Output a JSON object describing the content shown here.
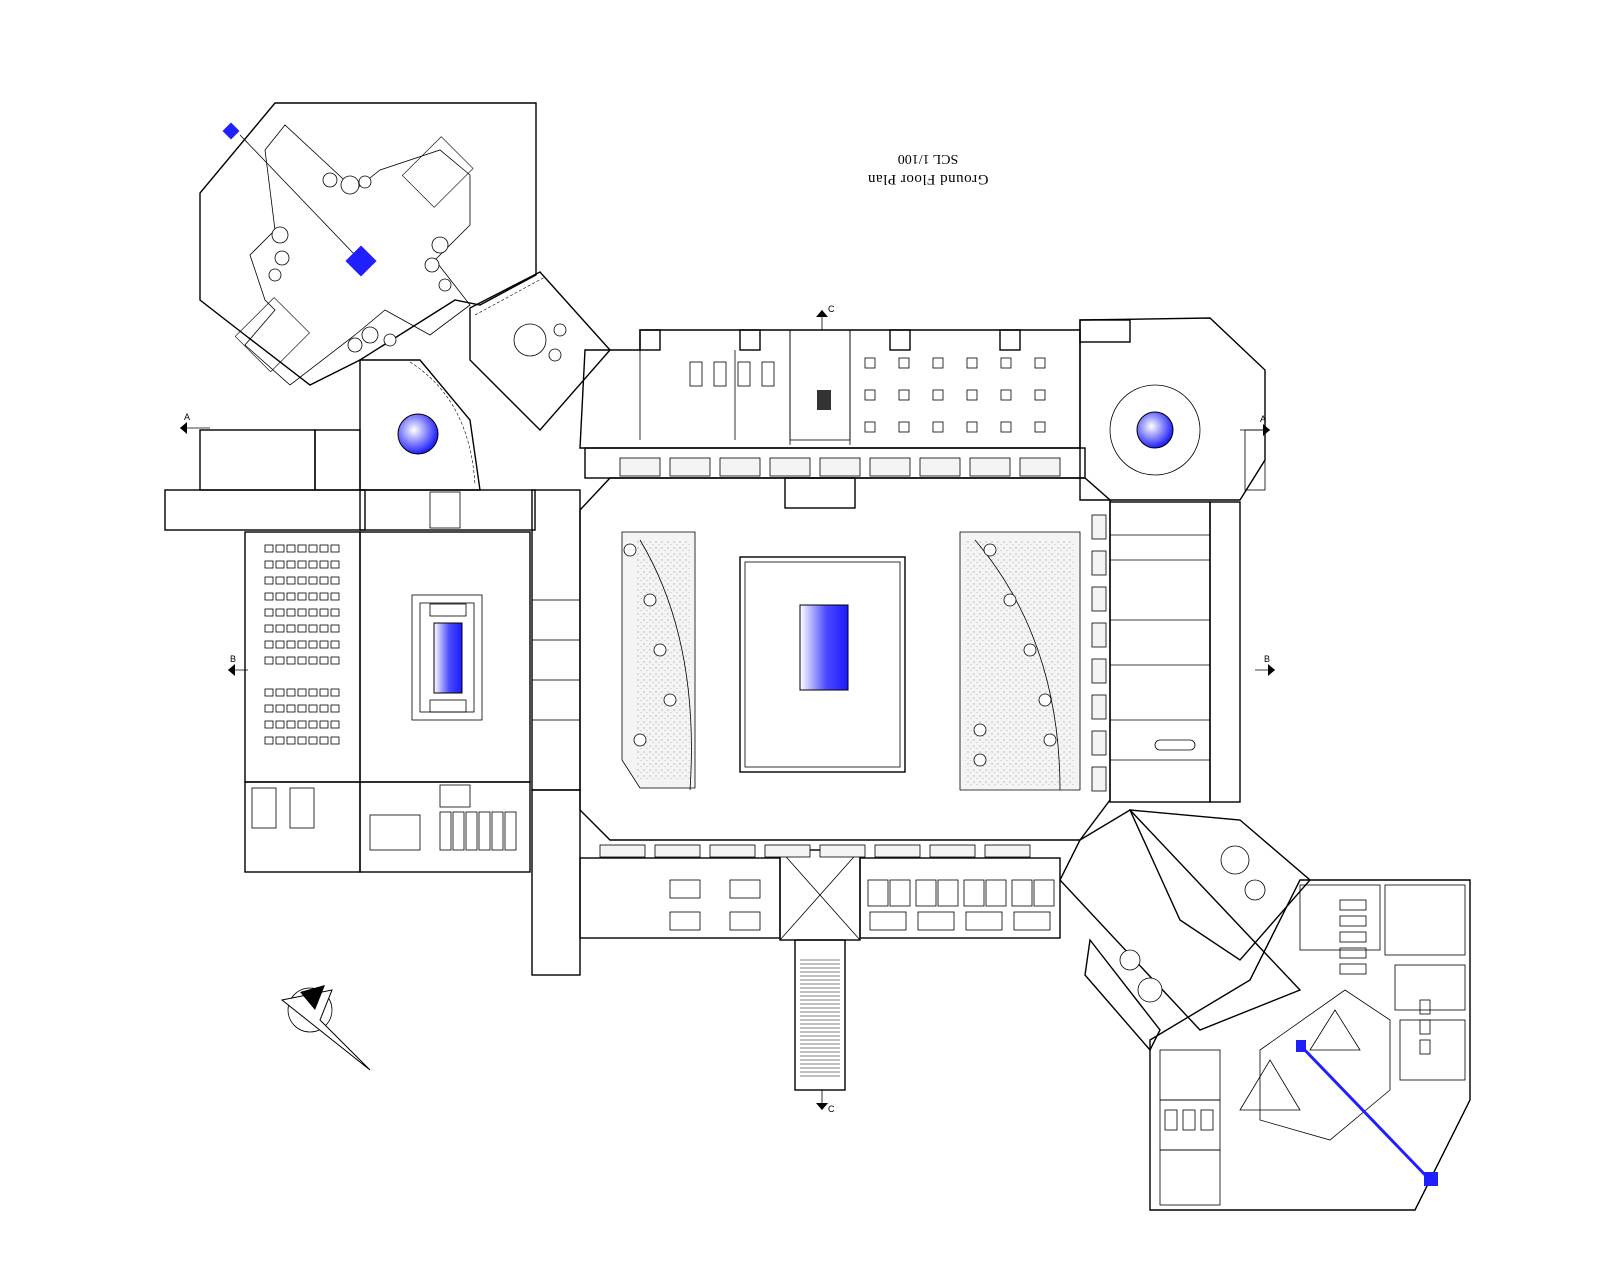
{
  "drawing": {
    "title": "Ground Floor Plan",
    "scale": "SCL 1/100",
    "title_rotated_180": true,
    "section_markers": [
      "A",
      "A",
      "B",
      "B",
      "C",
      "C"
    ]
  },
  "colors": {
    "line": "#000000",
    "pool_light": "#ffffff",
    "pool_dark": "#1a1aff",
    "background": "#ffffff"
  },
  "icons": [
    "north-arrow-icon",
    "pool-icon",
    "tree-icon",
    "section-marker-icon"
  ]
}
